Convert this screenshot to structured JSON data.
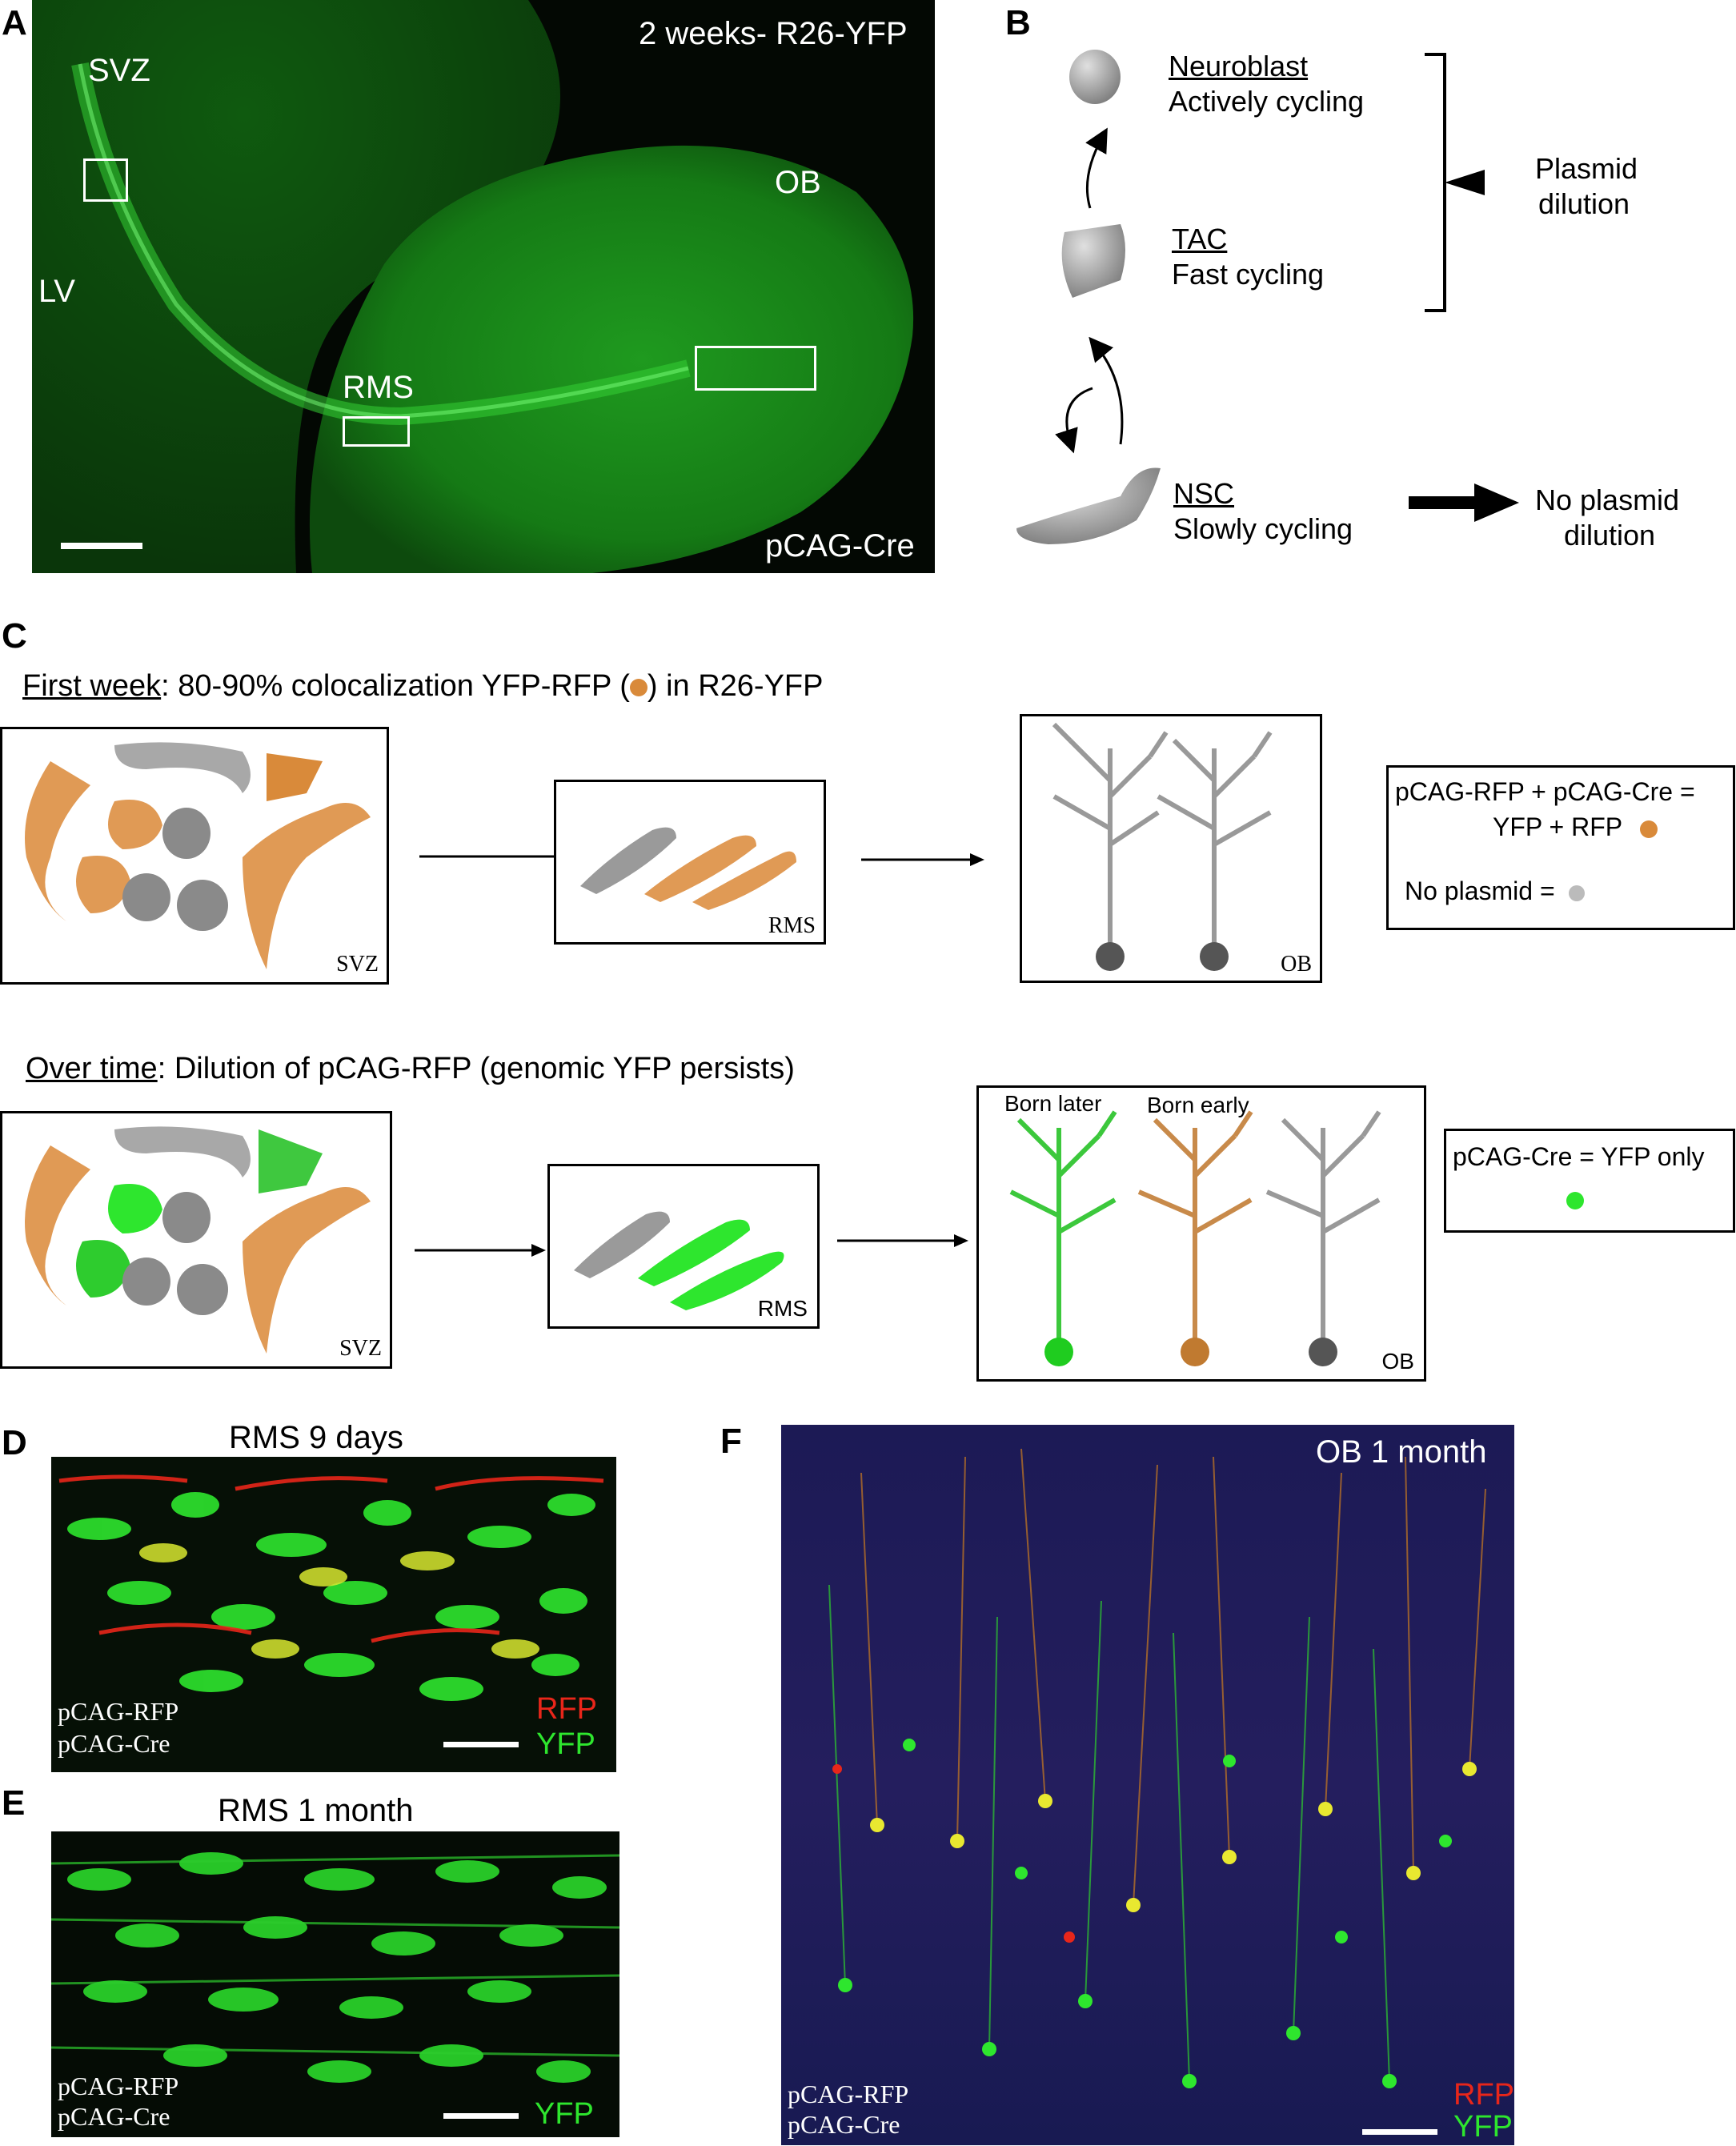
{
  "panels": {
    "A": {
      "letter": "A",
      "title": "2 weeks- R26-YFP",
      "corner_label": "pCAG-Cre",
      "region_labels": {
        "svz": "SVZ",
        "lv": "LV",
        "rms": "RMS",
        "ob": "OB"
      }
    },
    "B": {
      "letter": "B",
      "neuroblast": {
        "name": "Neuroblast",
        "desc": "Actively cycling"
      },
      "tac": {
        "name": "TAC",
        "desc": "Fast cycling"
      },
      "nsc": {
        "name": "NSC",
        "desc": "Slowly cycling"
      },
      "plasmid_dilution": [
        "Plasmid",
        "dilution"
      ],
      "no_plasmid_dilution": [
        "No plasmid",
        "dilution"
      ]
    },
    "C": {
      "letter": "C",
      "row1": {
        "caption_underlined": "First week",
        "caption_before_dot": ": 80-90% colocalization YFP-RFP (",
        "caption_after_dot": ")  in R26-YFP",
        "svz_label": "SVZ",
        "rms_label": "RMS",
        "ob_label": "OB",
        "legend_line1": "pCAG-RFP  + pCAG-Cre =",
        "legend_line2": "YFP + RFP",
        "legend_line3": "No plasmid ="
      },
      "row2": {
        "caption_underlined": "Over time",
        "caption_rest": ": Dilution of pCAG-RFP (genomic YFP persists)",
        "svz_label": "SVZ",
        "rms_label": "RMS",
        "ob_label": "OB",
        "born_later": "Born later",
        "born_early": "Born early",
        "legend_text": "pCAG-Cre  = YFP only"
      }
    },
    "D": {
      "letter": "D",
      "title": "RMS 9 days",
      "plasmid_lines": [
        "pCAG-RFP",
        "pCAG-Cre"
      ],
      "channel_rfp": "RFP",
      "channel_yfp": "YFP"
    },
    "E": {
      "letter": "E",
      "title": "RMS 1 month",
      "plasmid_lines": [
        "pCAG-RFP",
        "pCAG-Cre"
      ],
      "channel_yfp": "YFP"
    },
    "F": {
      "letter": "F",
      "title": "OB 1 month",
      "plasmid_lines": [
        "pCAG-RFP",
        "pCAG-Cre"
      ],
      "channel_rfp": "RFP",
      "channel_yfp": "YFP"
    }
  },
  "colors": {
    "yfp": "#2ee62e",
    "rfp": "#e8261a",
    "orange_cell": "#e59a55",
    "grey_cell": "#9a9a9a",
    "dapi": "#2a2aa0"
  }
}
